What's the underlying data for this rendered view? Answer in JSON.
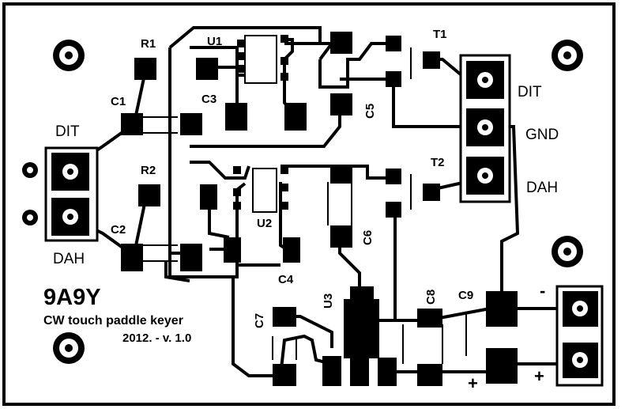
{
  "board": {
    "callsign": "9A9Y",
    "subtitle": "CW touch paddle keyer",
    "version": "2012. - v. 1.0"
  },
  "labels": {
    "dit_left": "DIT",
    "dah_left": "DAH",
    "dit_right": "DIT",
    "gnd_right": "GND",
    "dah_right": "DAH",
    "minus": "-",
    "plus_c": "+",
    "plus_out": "+"
  },
  "components": {
    "R1": "R1",
    "R2": "R2",
    "U1": "U1",
    "U2": "U2",
    "U3": "U3",
    "C1": "C1",
    "C2": "C2",
    "C3": "C3",
    "C4": "C4",
    "C5": "C5",
    "C6": "C6",
    "C7": "C7",
    "C8": "C8",
    "C9": "C9",
    "T1": "T1",
    "T2": "T2"
  },
  "colors": {
    "copper": "#000000",
    "background": "#ffffff"
  }
}
